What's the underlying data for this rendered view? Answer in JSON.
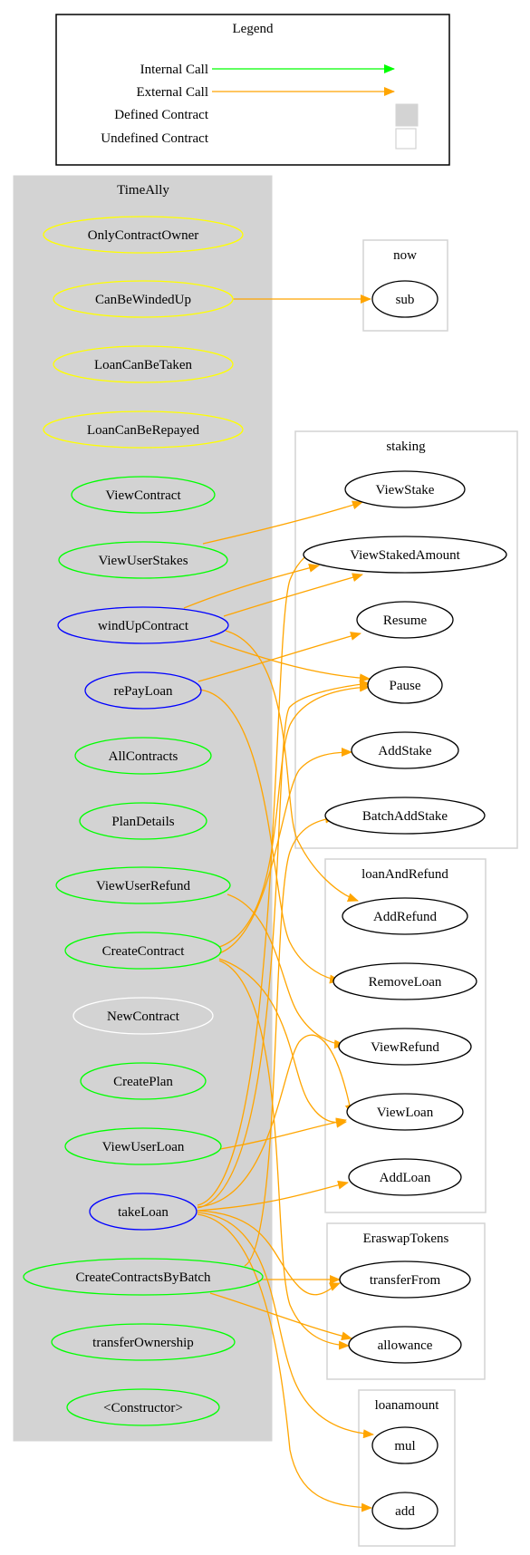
{
  "legend": {
    "title": "Legend",
    "internal_call": "Internal Call",
    "external_call": "External Call",
    "defined_contract": "Defined Contract",
    "undefined_contract": "Undefined Contract"
  },
  "colors": {
    "internal_call": "#00ff00",
    "external_call": "#ffa500",
    "defined_contract_fill": "#d3d3d3",
    "undefined_contract_border": "#d3d3d3",
    "modifier": "#ffff00",
    "public_function": "#00ff00",
    "internal_function": "#0000ff",
    "new_contract": "#ffffff",
    "external_node": "#000000"
  },
  "clusters": {
    "timeally": "TimeAlly",
    "now": "now",
    "staking": "staking",
    "loanAndRefund": "loanAndRefund",
    "eraswapTokens": "EraswapTokens",
    "loanamount": "loanamount"
  },
  "nodes": {
    "onlyContractOwner": "OnlyContractOwner",
    "canBeWindedUp": "CanBeWindedUp",
    "loanCanBeTaken": "LoanCanBeTaken",
    "loanCanBeRepayed": "LoanCanBeRepayed",
    "viewContract": "ViewContract",
    "viewUserStakes": "ViewUserStakes",
    "windUpContract": "windUpContract",
    "rePayLoan": "rePayLoan",
    "allContracts": "AllContracts",
    "planDetails": "PlanDetails",
    "viewUserRefund": "ViewUserRefund",
    "createContract": "CreateContract",
    "newContract": "NewContract",
    "createPlan": "CreatePlan",
    "viewUserLoan": "ViewUserLoan",
    "takeLoan": "takeLoan",
    "createContractsByBatch": "CreateContractsByBatch",
    "transferOwnership": "transferOwnership",
    "constructor": "<Constructor>",
    "now_sub": "sub",
    "staking_viewStake": "ViewStake",
    "staking_viewStakedAmount": "ViewStakedAmount",
    "staking_resume": "Resume",
    "staking_pause": "Pause",
    "staking_addStake": "AddStake",
    "staking_batchAddStake": "BatchAddStake",
    "lr_addRefund": "AddRefund",
    "lr_removeLoan": "RemoveLoan",
    "lr_viewRefund": "ViewRefund",
    "lr_viewLoan": "ViewLoan",
    "lr_addLoan": "AddLoan",
    "et_transferFrom": "transferFrom",
    "et_allowance": "allowance",
    "la_mul": "mul",
    "la_add": "add"
  }
}
